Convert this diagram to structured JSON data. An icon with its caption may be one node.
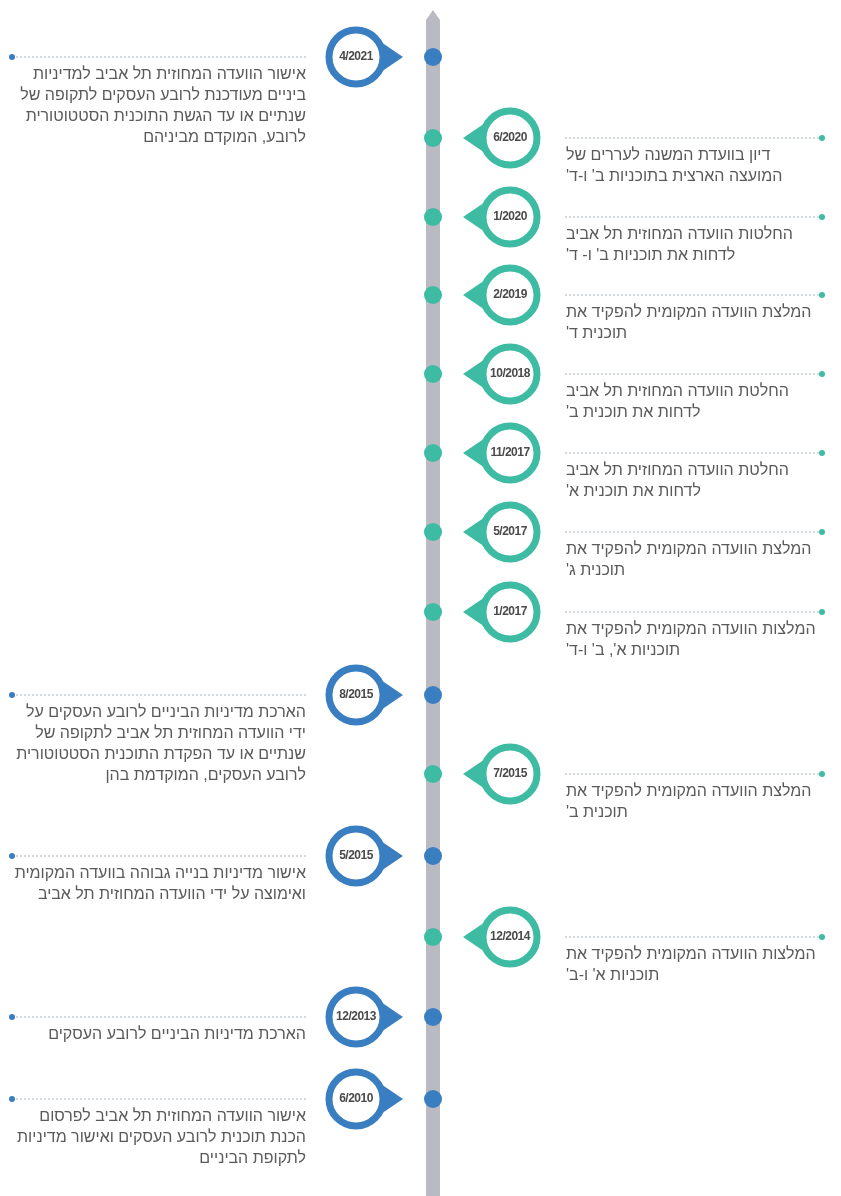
{
  "diagram": {
    "nodes": [
      {
        "text": [
          "4/2021"
        ],
        "beside": [
          "אישור הוועדה המחוזית תל אביב למדיניות ביניים מעודכנת לרובע העסקים לתקופה של שנתיים או עד הגשת התוכנית הסטטוטורית לרובע, המוקדם מביניהם"
        ]
      },
      {
        "text": [
          "6/2020"
        ],
        "beside": [
          "דיון בוועדת המשנה לעררים של המועצה הארצית בתוכניות ב' ו-ד'"
        ]
      },
      {
        "text": [
          "1/2020"
        ],
        "beside": [
          "החלטות הוועדה המחוזית תל אביב לדחות את תוכניות ב' ו- ד'"
        ]
      },
      {
        "text": [
          "2/2019"
        ],
        "beside": [
          "המלצת הוועדה המקומית להפקיד את תוכנית ד'"
        ]
      },
      {
        "text": [
          "10/2018"
        ],
        "beside": [
          "החלטת הוועדה המחוזית תל אביב לדחות את תוכנית ב'"
        ]
      },
      {
        "text": [
          "11/2017"
        ],
        "beside": [
          "החלטת הוועדה המחוזית תל אביב לדחות את תוכנית א'"
        ]
      },
      {
        "text": [
          "5/2017"
        ],
        "beside": [
          "המלצת הוועדה המקומית להפקיד את תוכנית ג'"
        ]
      },
      {
        "text": [
          "1/2017"
        ],
        "beside": [
          "המלצות הוועדה המקומית להפקיד את תוכניות א', ב' ו-ד'"
        ]
      },
      {
        "text": [
          "8/2015"
        ],
        "beside": [
          "הארכת מדיניות הביניים לרובע העסקים על ידי הוועדה המחוזית תל אביב לתקופה של שנתיים או עד הפקדת התוכנית הסטטוטורית לרובע העסקים, המוקדמת בהן"
        ]
      },
      {
        "text": [
          "7/2015"
        ],
        "beside": [
          "המלצת הוועדה המקומית להפקיד את תוכנית ב'"
        ]
      },
      {
        "text": [
          "5/2015"
        ],
        "beside": [
          "אישור מדיניות בנייה גבוהה בוועדה המקומית ואימוצה על ידי הוועדה המחוזית תל אביב"
        ]
      },
      {
        "text": [
          "12/2014"
        ],
        "beside": [
          "המלצות הוועדה המקומית להפקיד את תוכניות א' ו-ב'"
        ]
      },
      {
        "text": [
          "12/2013"
        ],
        "beside": [
          "הארכת מדיניות הביניים לרובע העסקים"
        ]
      },
      {
        "text": [
          "6/2010"
        ],
        "beside": [
          "אישור הוועדה המחוזית תל אביב לפרסום הכנת תוכנית לרובע העסקים ואישור מדיניות לתקופת הביניים"
        ]
      }
    ]
  }
}
